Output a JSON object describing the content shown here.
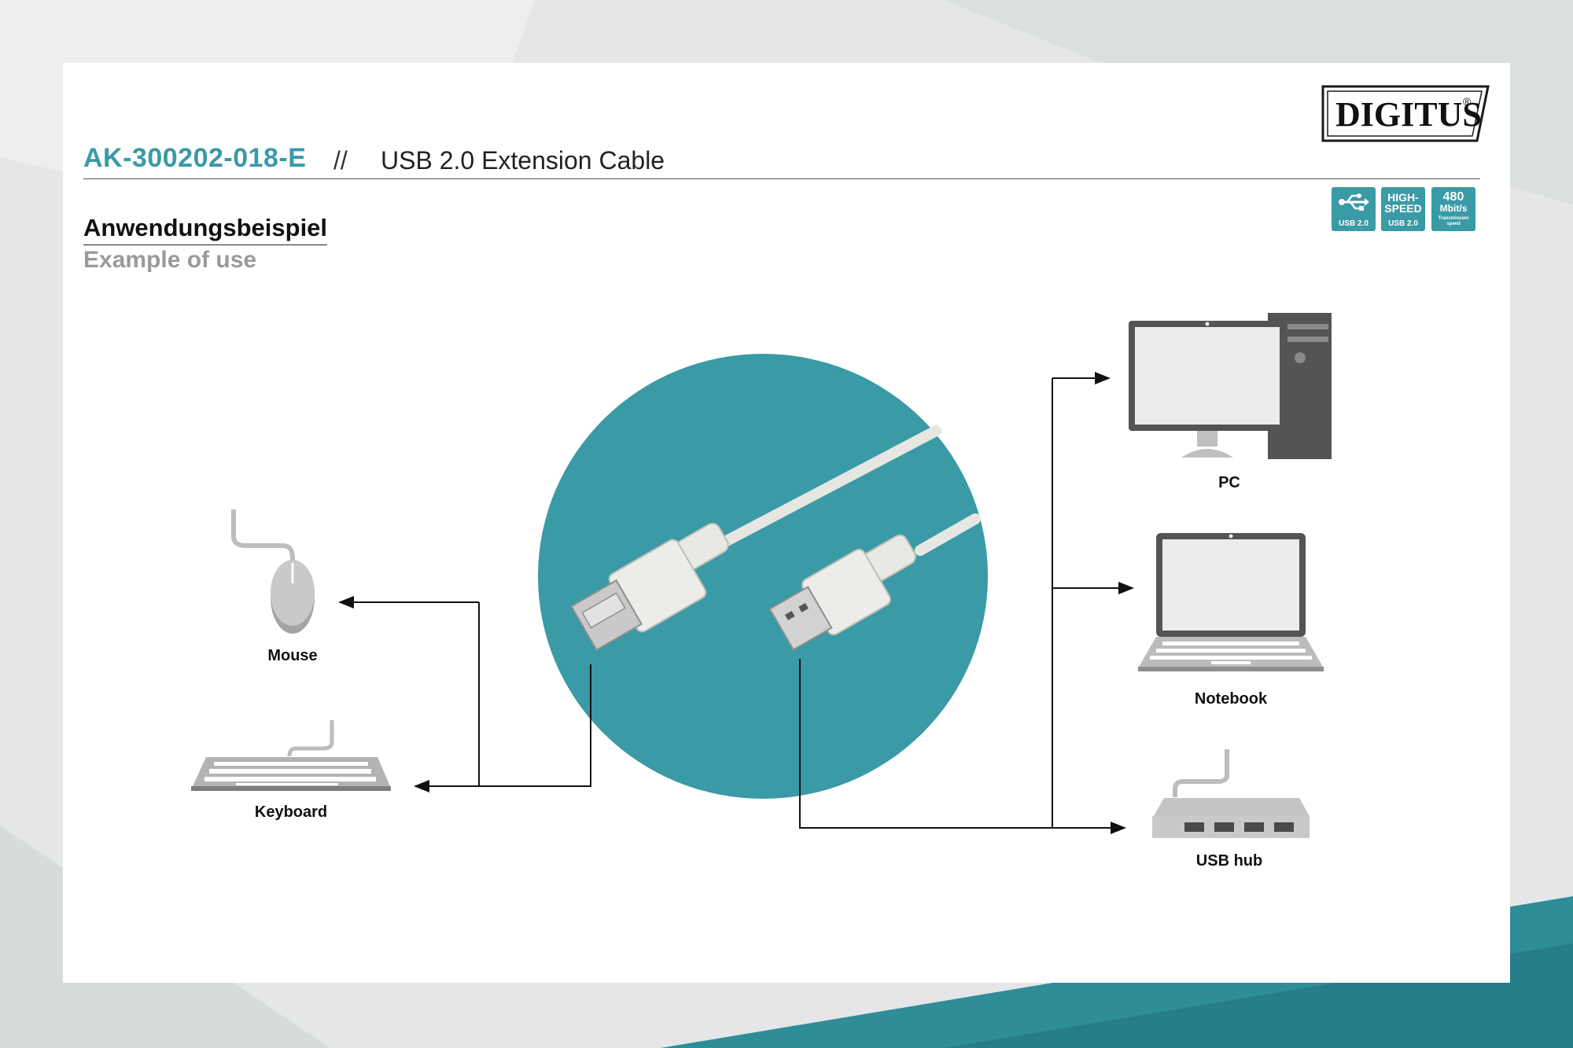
{
  "brand": {
    "logo_text": "DIGITUS",
    "registered": "®"
  },
  "header": {
    "product_code": "AK-300202-018-E",
    "separator": "//",
    "product_name": "USB 2.0 Extension Cable"
  },
  "section": {
    "title_de": "Anwendungsbeispiel",
    "title_en": "Example of use"
  },
  "badges": {
    "usb": {
      "caption": "USB 2.0"
    },
    "highspeed": {
      "line1": "HIGH-",
      "line2": "SPEED",
      "caption": "USB 2.0"
    },
    "speed": {
      "value": "480",
      "unit": "Mbit/s",
      "line1": "Transmission",
      "line2": "speed"
    }
  },
  "devices": {
    "mouse": "Mouse",
    "keyboard": "Keyboard",
    "pc": "PC",
    "notebook": "Notebook",
    "usb_hub": "USB hub"
  },
  "colors": {
    "accent": "#3a9aa6",
    "cable": "#e6e6e2",
    "device_gray": "#8d8d8d"
  }
}
